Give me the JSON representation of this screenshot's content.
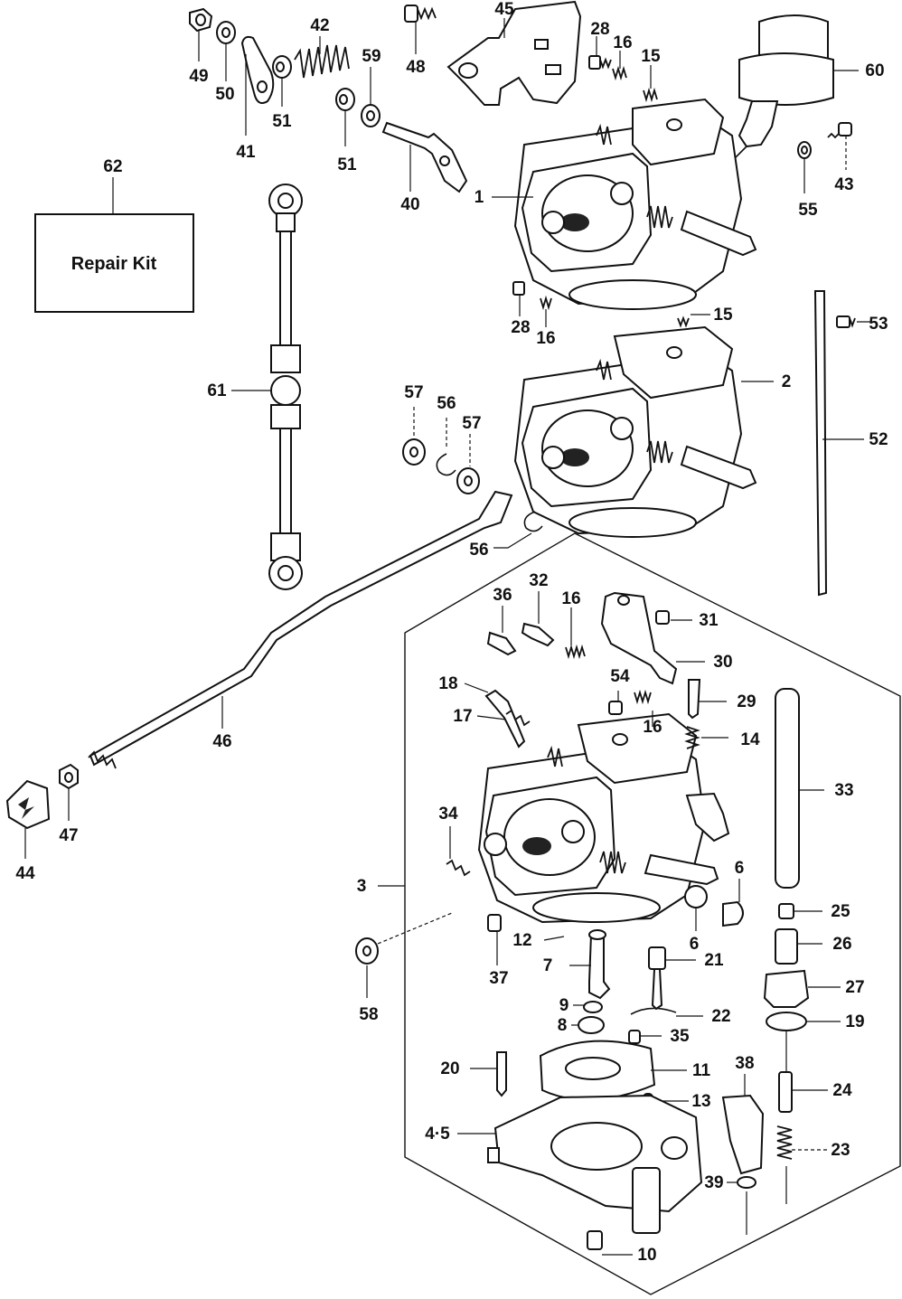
{
  "repair_kit": {
    "label": "Repair Kit",
    "number": "62"
  },
  "callouts": {
    "c1": "1",
    "c2": "2",
    "c3": "3",
    "c45": "4·5",
    "c6a": "6",
    "c6b": "6",
    "c7": "7",
    "c8": "8",
    "c9": "9",
    "c10": "10",
    "c11": "11",
    "c12": "12",
    "c13": "13",
    "c14": "14",
    "c15a": "15",
    "c15b": "15",
    "c16a": "16",
    "c16b": "16",
    "c16c": "16",
    "c16d": "16",
    "c17": "17",
    "c18": "18",
    "c19": "19",
    "c20": "20",
    "c21": "21",
    "c22": "22",
    "c23": "23",
    "c24": "24",
    "c25": "25",
    "c26": "26",
    "c27": "27",
    "c28a": "28",
    "c28b": "28",
    "c29": "29",
    "c30": "30",
    "c31": "31",
    "c32": "32",
    "c33": "33",
    "c34": "34",
    "c35": "35",
    "c36": "36",
    "c37": "37",
    "c38": "38",
    "c39": "39",
    "c40": "40",
    "c41": "41",
    "c42": "42",
    "c43": "43",
    "c44": "44",
    "c45x": "45",
    "c46": "46",
    "c47": "47",
    "c48": "48",
    "c49": "49",
    "c50": "50",
    "c51a": "51",
    "c51b": "51",
    "c52": "52",
    "c53": "53",
    "c54": "54",
    "c55": "55",
    "c56a": "56",
    "c56b": "56",
    "c57a": "57",
    "c57b": "57",
    "c58": "58",
    "c59": "59",
    "c60": "60",
    "c61": "61"
  }
}
